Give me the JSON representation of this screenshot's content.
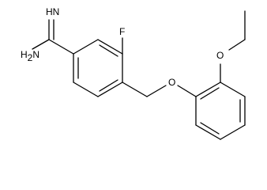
{
  "atoms": {
    "imine": "HN",
    "amine_h": "H",
    "amine_sub": "2",
    "amine_n": "N",
    "fluorine": "F",
    "ether_oxygen": "O",
    "ethoxy_oxygen": "O"
  },
  "colors": {
    "bond": "#000000",
    "label": "#000000",
    "background": "#ffffff"
  }
}
